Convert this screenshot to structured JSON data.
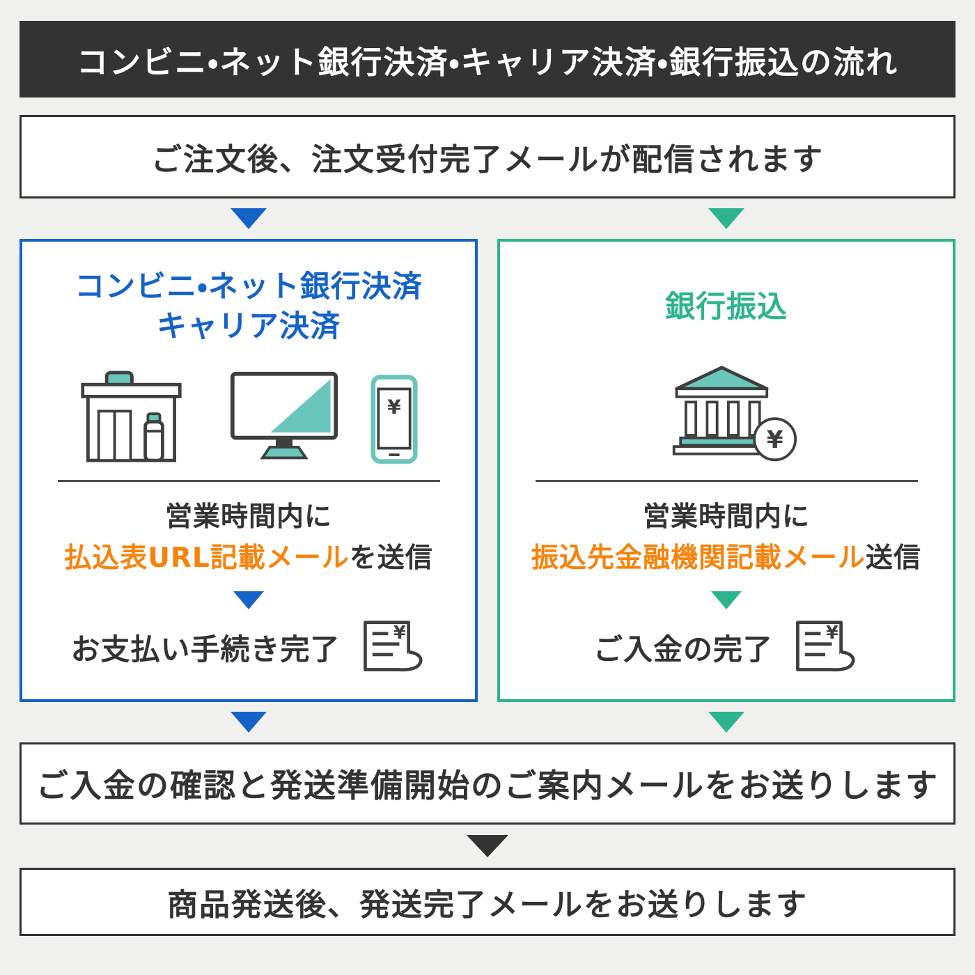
{
  "colors": {
    "dark": "#333333",
    "blue": "#1563c8",
    "green": "#2db48e",
    "orange": "#f8820a",
    "teal": "#6ac5bb",
    "page_bg": "#f0f0ee"
  },
  "header": {
    "title": "コンビニ・ネット銀行決済・キャリア決済・銀行振込の流れ"
  },
  "steps": {
    "order": "ご注文後、注文受付完了メールが配信されます",
    "confirm": "ご入金の確認と発送準備開始のご案内メールをお送りします",
    "shipped": "商品発送後、発送完了メールをお送りします"
  },
  "left": {
    "title_line1": "コンビニ・ネット銀行決済",
    "title_line2": "キャリア決済",
    "hours": "営業時間内に",
    "mail_highlight": "払込表URL記載メール",
    "mail_suffix": "を送信",
    "done": "お支払い手続き完了"
  },
  "right": {
    "title": "銀行振込",
    "hours": "営業時間内に",
    "mail_highlight": "振込先金融機関記載メール",
    "mail_suffix": "送信",
    "done": "ご入金の完了"
  },
  "icons": {
    "yen": "¥",
    "left_icons": [
      "convenience-store-icon",
      "desktop-monitor-icon",
      "smartphone-yen-icon"
    ],
    "right_icons": [
      "bank-building-icon",
      "yen-coin-icon"
    ],
    "receipt": "receipt-yen-icon",
    "arrows": [
      "arrow-down-blue",
      "arrow-down-green",
      "arrow-down-dark"
    ]
  }
}
